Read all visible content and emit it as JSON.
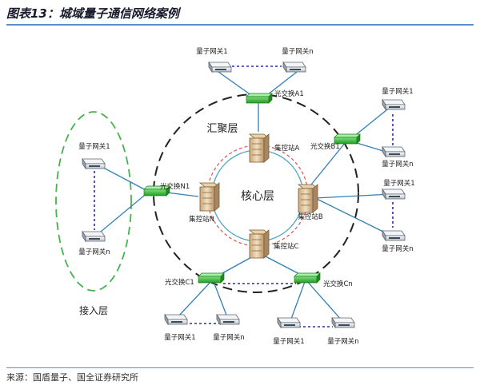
{
  "figure": {
    "title": "图表13：城域量子通信网络案例",
    "source": "来源：国盾量子、国全证券研究所"
  },
  "layers": {
    "core": "核心层",
    "aggregation": "汇聚层",
    "access": "接入层"
  },
  "stations": {
    "a": "集控站A",
    "b": "集控站B",
    "c": "集控站C",
    "n": "集控站N"
  },
  "switches": {
    "a1": "光交换A1",
    "b1": "光交换B1",
    "c1": "光交换C1",
    "cn": "光交换Cn",
    "n1": "光交换N1"
  },
  "gateways": {
    "g1": "量子网关1",
    "gn": "量子网关n"
  },
  "colors": {
    "ring_inner": "#4ea6c8",
    "ring_red": "#d9534f",
    "switch_green": "#3fbf3f",
    "access_ellipse": "#44b44a",
    "link": "#2f7fb6",
    "gateway_dots": "#2b2ba8",
    "rule": "#5b8fc7"
  }
}
